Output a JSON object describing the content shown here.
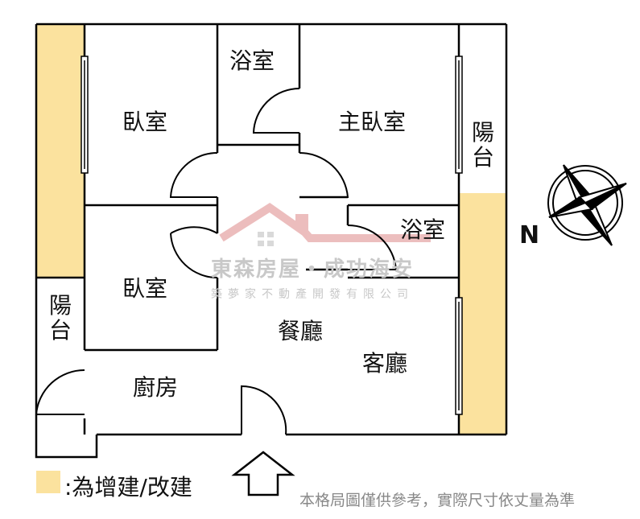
{
  "rooms": {
    "bath_top": "浴室",
    "bedroom_top": "臥室",
    "master": "主臥室",
    "balcony_right": "陽台",
    "bath_mid": "浴室",
    "bedroom_mid": "臥室",
    "dining": "餐廳",
    "balcony_left": "陽台",
    "living": "客廳",
    "kitchen": "廚房"
  },
  "compass_label": "N",
  "legend": {
    "text": ":為增建/改建",
    "color": "#fbe29e"
  },
  "disclaimer": "本格局圖僅供參考，實際尺寸依丈量為準",
  "watermark": {
    "brand": "東森房屋・成功海安",
    "company": "築夢家不動產開發有限公司"
  }
}
